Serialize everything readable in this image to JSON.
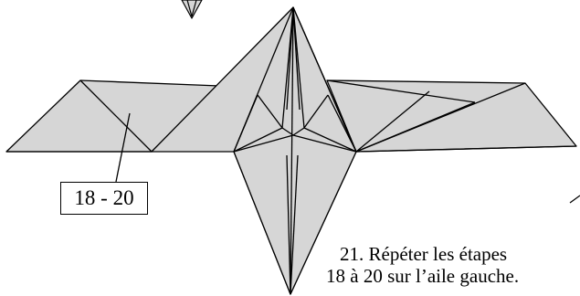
{
  "diagram": {
    "fill_color": "#d6d6d6",
    "line_color": "#000000",
    "reference_box_label": "18 - 20",
    "caption_line_1": "21. Répéter les étapes",
    "caption_line_2": "18 à 20 sur l’aile gauche."
  }
}
